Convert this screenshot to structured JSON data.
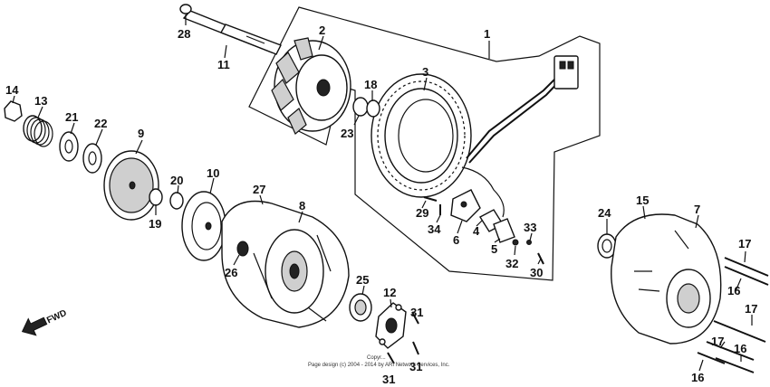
{
  "callouts": [
    "1",
    "2",
    "3",
    "4",
    "5",
    "6",
    "7",
    "8",
    "9",
    "10",
    "11",
    "12",
    "13",
    "14",
    "15",
    "16",
    "16",
    "16",
    "17",
    "17",
    "17",
    "18",
    "19",
    "20",
    "21",
    "22",
    "23",
    "24",
    "25",
    "26",
    "27",
    "28",
    "29",
    "30",
    "31",
    "31",
    "31",
    "32",
    "33",
    "34"
  ],
  "fwd_label": "FWD",
  "copyright": {
    "line1": "Copyr...",
    "line2": "Page design (c) 2004 - 2014 by ARI Network Services, Inc."
  }
}
